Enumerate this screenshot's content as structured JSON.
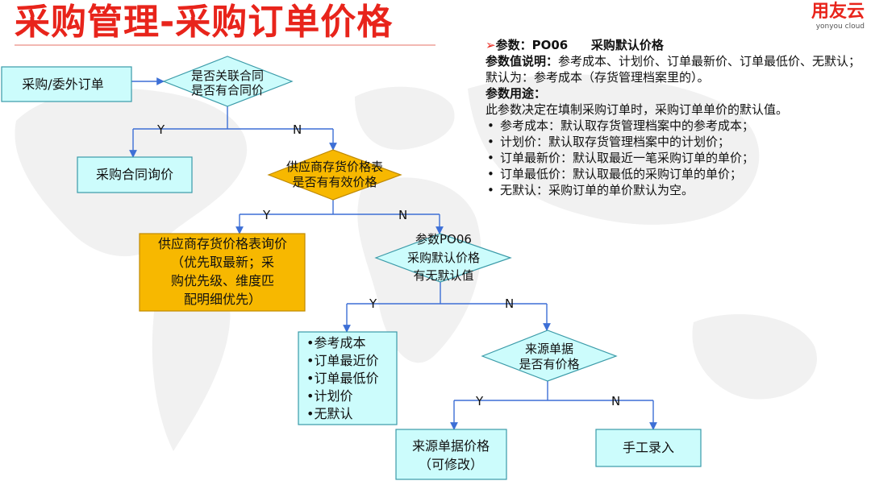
{
  "header": {
    "title": "采购管理-采购订单价格",
    "logo_cn": "用友云",
    "logo_en": "yonyou cloud"
  },
  "params": {
    "param_label": "参数：PO06",
    "param_name": "采购默认价格",
    "value_desc_label": "参数值说明：",
    "value_desc": "参考成本、计划价、订单最新价、订单最低价、无默认；默认为：参考成本（存货管理档案里的）。",
    "usage_label": "参数用途：",
    "usage_desc": "此参数决定在填制采购订单时，采购订单单价的默认值。",
    "items": [
      "参考成本：默认取存货管理档案中的参考成本；",
      "计划价：默认取存货管理档案中的计划价；",
      "订单最新价：默认取最近一笔采购订单的单价；",
      "订单最低价：默认取最低的采购订单的单价；",
      "无默认：采购订单的单价默认为空。"
    ]
  },
  "flow": {
    "start": "采购/委外订单",
    "d1": [
      "是否关联合同",
      "是否有合同价"
    ],
    "contract_inquiry": "采购合同询价",
    "d2": [
      "供应商存货价格表",
      "是否有有效价格"
    ],
    "supplier_inquiry": [
      "供应商存货价格表询价",
      "（优先取最新；采",
      "购优先级、维度匹",
      "配明细优先）"
    ],
    "d3": [
      "参数PO06",
      "采购默认价格",
      "有无默认值"
    ],
    "defaults": [
      "•参考成本",
      "•订单最近价",
      "•订单最低价",
      "•计划价",
      "•无默认"
    ],
    "d4": [
      "来源单据",
      "是否有价格"
    ],
    "source_price": [
      "来源单据价格",
      "（可修改）"
    ],
    "manual": "手工录入",
    "yes": "Y",
    "no": "N"
  },
  "colors": {
    "title": "#e8241b",
    "box_fill": "#ccfcfc",
    "box_stroke": "#3a9aa8",
    "highlight_fill": "#f7b800",
    "highlight_stroke": "#c08a00",
    "arrow": "#3d6fd6"
  }
}
